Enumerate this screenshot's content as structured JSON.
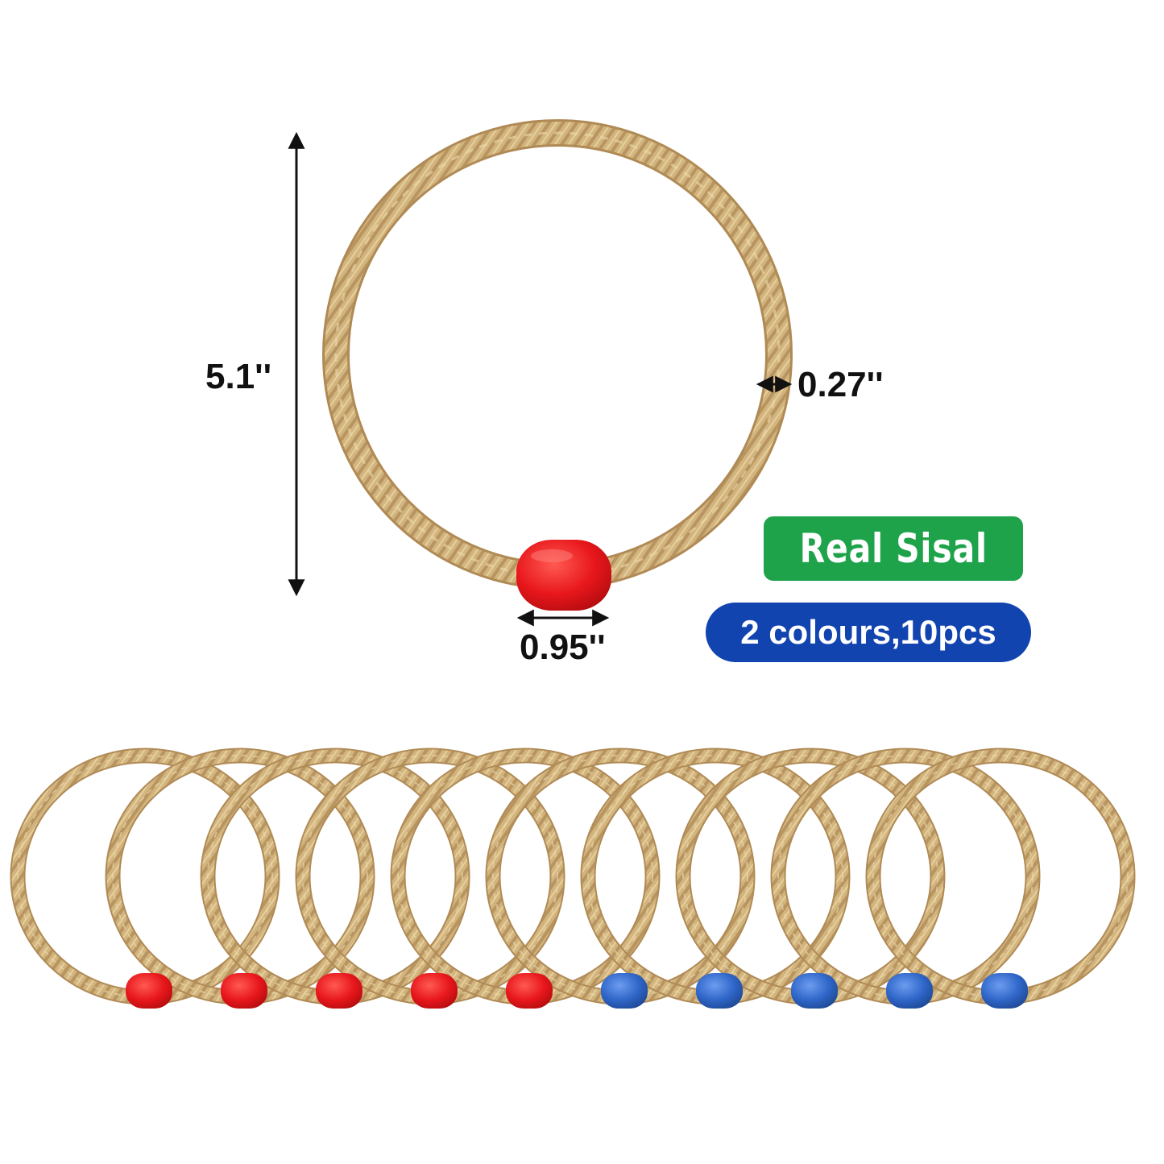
{
  "dimensions": {
    "height_label": "5.1''",
    "rope_thickness_label": "0.27''",
    "bead_width_label": "0.95''"
  },
  "badges": {
    "material": "Real Sisal",
    "quantity": "2 colours,10pcs"
  },
  "colors": {
    "rope": "#d2b47e",
    "rope_shadow": "#b08a55",
    "rope_highlight": "#ecd8ab",
    "bead_red": "#e8171c",
    "bead_blue": "#2f66c8",
    "badge_green": "#1fa34a",
    "badge_blue": "#1244b0"
  },
  "rings": {
    "bead_colors": [
      "red",
      "red",
      "red",
      "red",
      "red",
      "blue",
      "blue",
      "blue",
      "blue",
      "blue"
    ]
  }
}
